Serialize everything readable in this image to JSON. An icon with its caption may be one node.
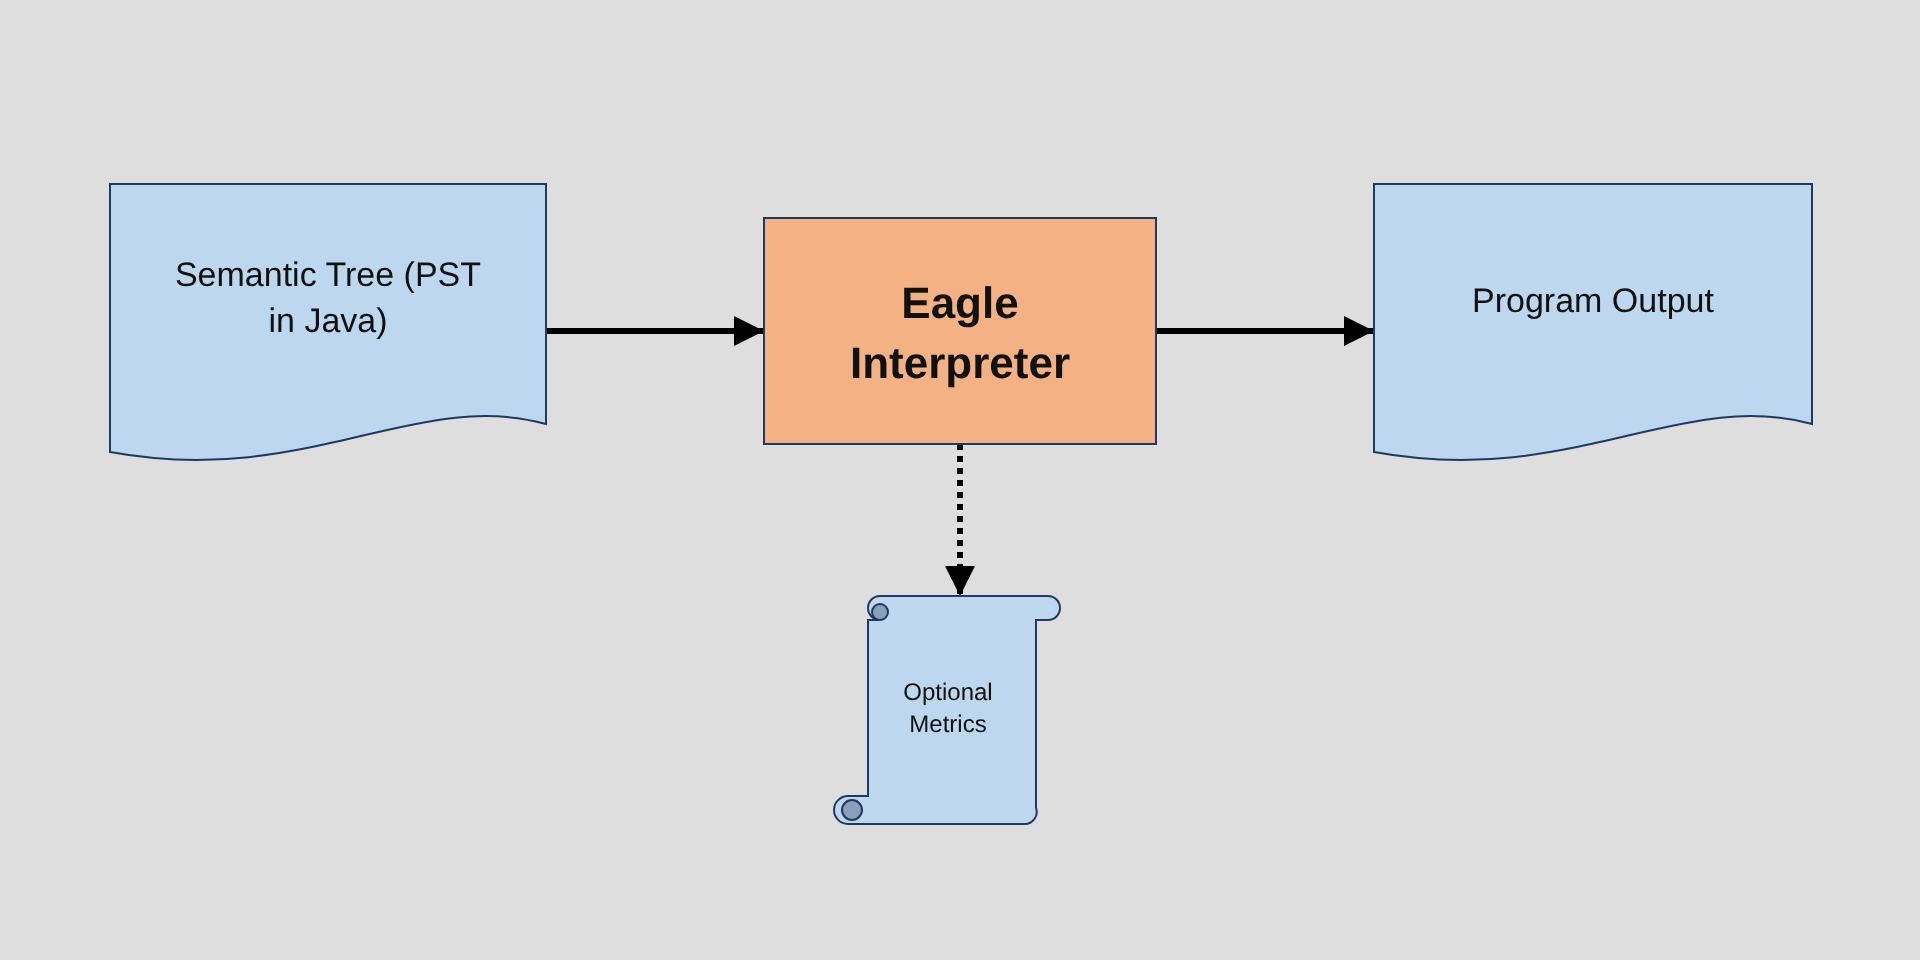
{
  "diagram": {
    "nodes": [
      {
        "text": [
          "Semantic Tree (PST in Java)"
        ]
      },
      {
        "text": [
          "Eagle Interpreter"
        ]
      },
      {
        "text": [
          "Program Output"
        ]
      },
      {
        "text": [
          "Optional Metrics"
        ]
      }
    ],
    "edges": [
      {
        "from": 0,
        "to": 1,
        "arrow": "to"
      },
      {
        "from": 1,
        "to": 2,
        "arrow": "to"
      },
      {
        "from": 1,
        "to": 3,
        "arrow": "to",
        "style": "dashed"
      }
    ]
  }
}
